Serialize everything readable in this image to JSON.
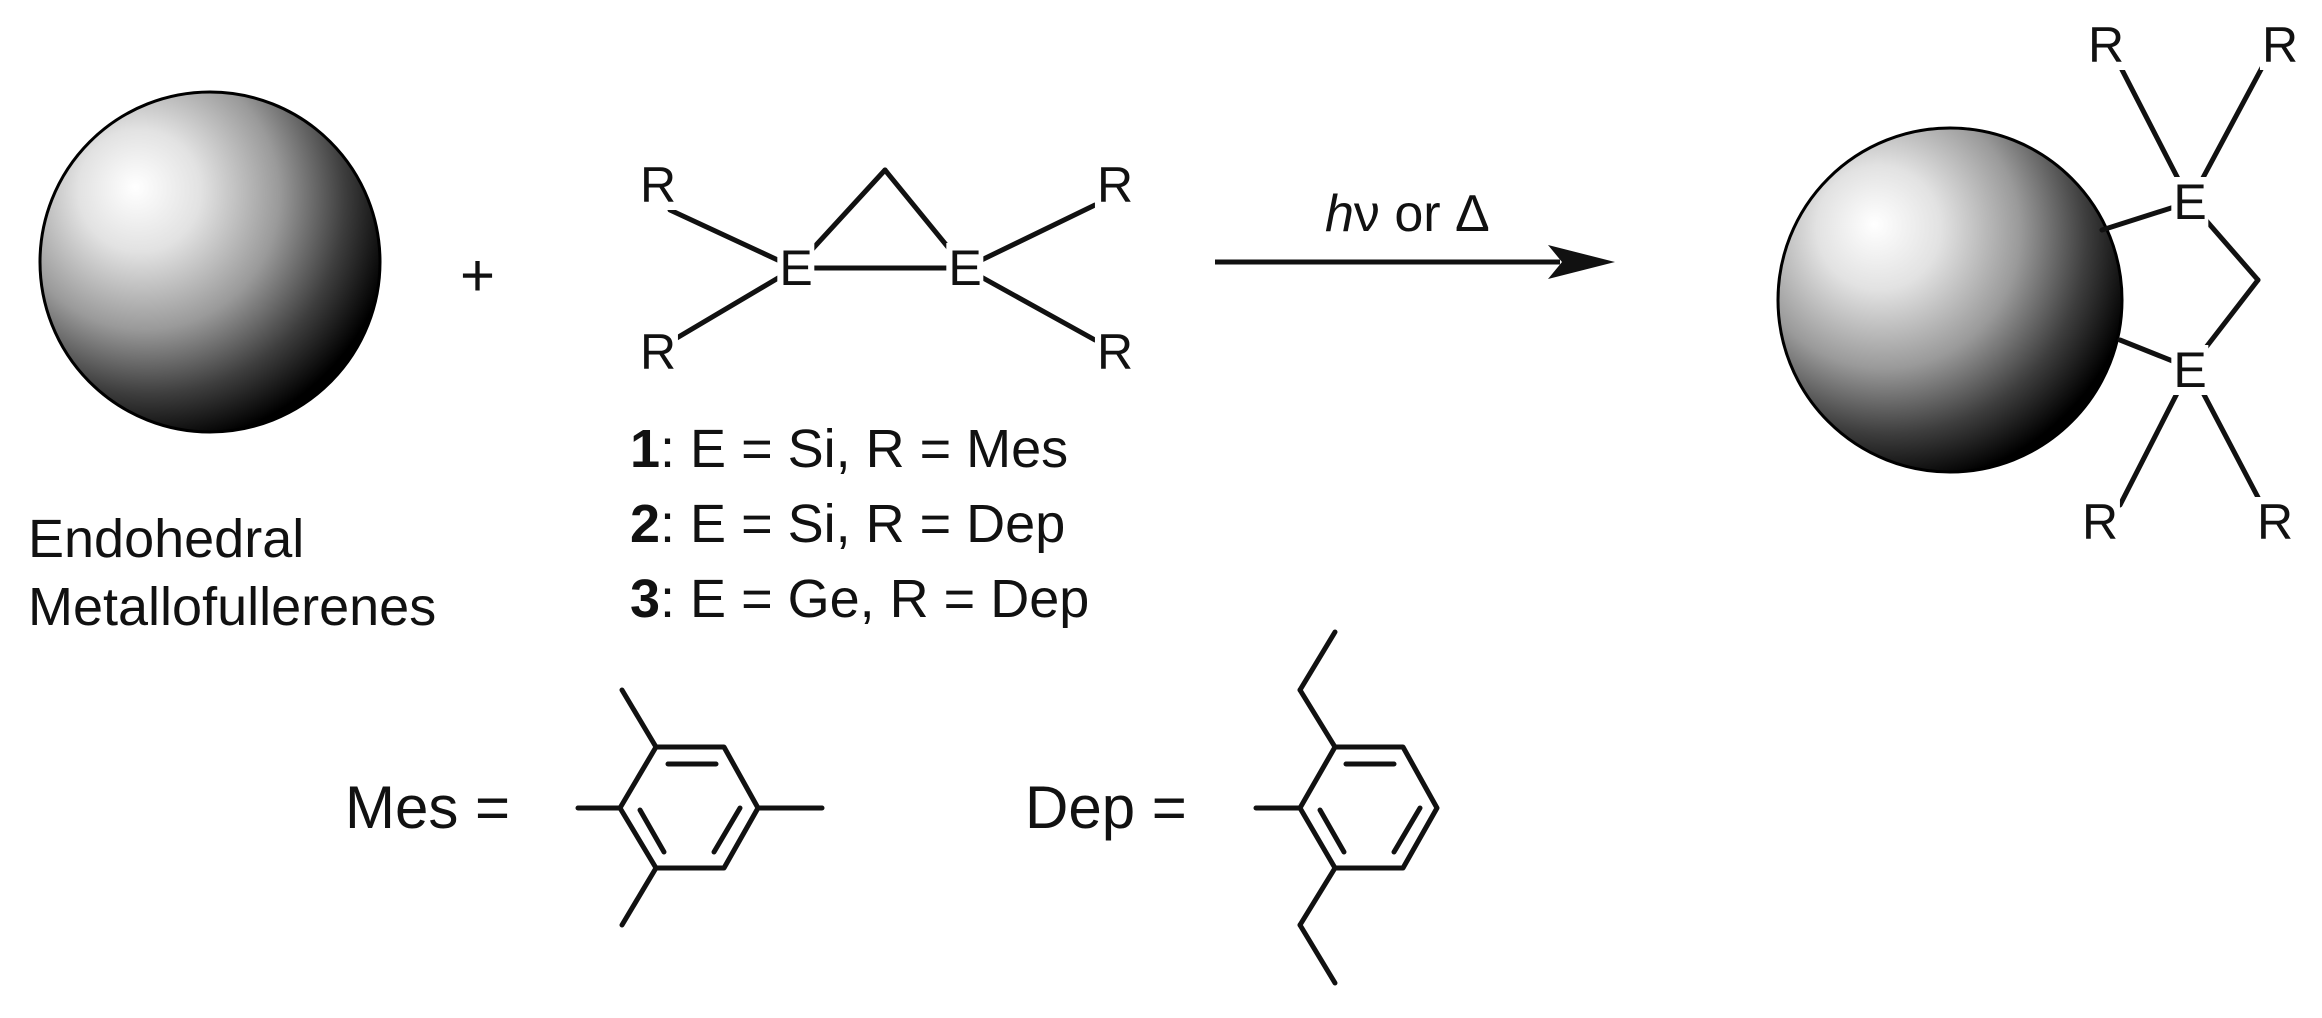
{
  "reactant_sphere_caption": [
    "Endohedral",
    "Metallofullerenes"
  ],
  "plus_sign": "+",
  "reagent_atoms": {
    "element": "E",
    "substituent": "R"
  },
  "compound_list": [
    {
      "number": "1",
      "text": ": E = Si, R = Mes"
    },
    {
      "number": "2",
      "text": ": E = Si, R = Dep"
    },
    {
      "number": "3",
      "text": ": E = Ge, R = Dep"
    }
  ],
  "conditions": {
    "h": "h",
    "nu": "ν",
    "rest": " or Δ"
  },
  "definitions": {
    "mes_label": "Mes =",
    "dep_label": "Dep ="
  },
  "colors": {
    "ink": "#111111",
    "sphere_highlight": "#ffffff",
    "sphere_shadow": "#000000"
  }
}
